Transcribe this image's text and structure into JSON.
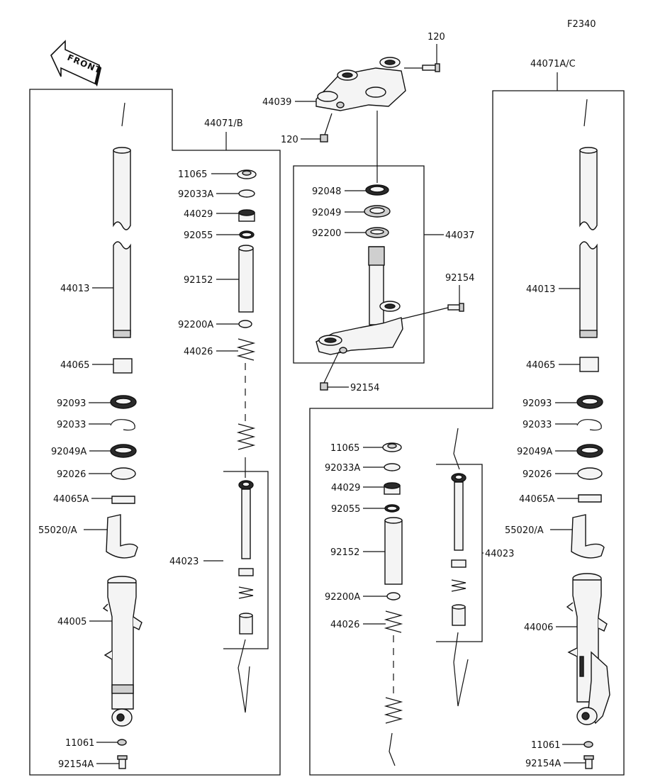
{
  "figure_id": "F2340",
  "front_label": "FRONT",
  "labels": {
    "l44071b": "44071/B",
    "l44071ac": "44071A/C",
    "l44013": "44013",
    "l44065": "44065",
    "l92093": "92093",
    "l92033": "92033",
    "l92049a": "92049A",
    "l92026": "92026",
    "l44065a": "44065A",
    "l55020a": "55020/A",
    "l44005": "44005",
    "l11061": "11061",
    "l92154a": "92154A",
    "l11065": "11065",
    "l92033a": "92033A",
    "l44029": "44029",
    "l92055": "92055",
    "l92152": "92152",
    "l92200a": "92200A",
    "l44026": "44026",
    "l44023": "44023",
    "l120": "120",
    "l44039": "44039",
    "l92048": "92048",
    "l92049": "92049",
    "l92200": "92200",
    "l44037": "44037",
    "l92154": "92154",
    "l44006": "44006"
  },
  "colors": {
    "line": "#111111",
    "paper": "#ffffff"
  }
}
